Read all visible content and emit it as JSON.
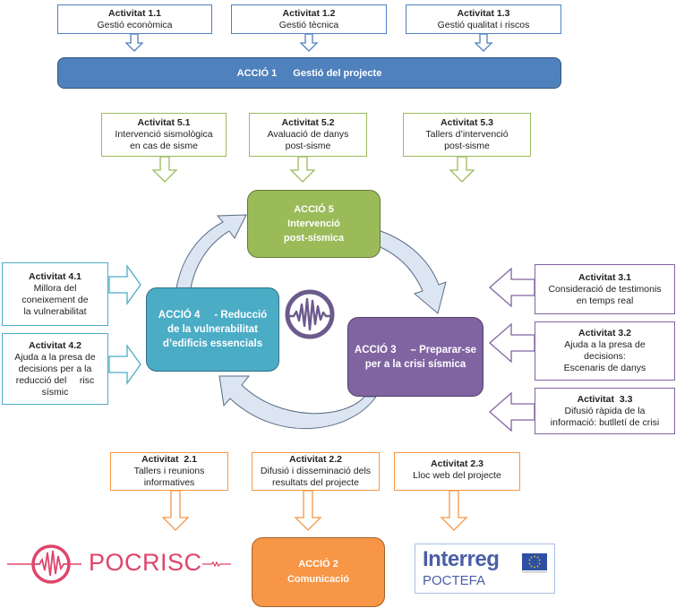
{
  "colors": {
    "accio1": "#4f81bd",
    "accio2": "#f79646",
    "accio3": "#8064a2",
    "accio4": "#4bacc6",
    "accio5": "#9bbb59",
    "cycle_arrow_fill": "#dce6f2",
    "pocrisc": "#e0446a",
    "interreg": "#4a5fa8"
  },
  "accio1": {
    "title": "ACCIÓ 1",
    "subtitle": "Gestió del projecte",
    "activities": [
      {
        "title": "Activitat 1.1",
        "lines": [
          "Gestió econòmica"
        ]
      },
      {
        "title": "Activitat 1.2",
        "lines": [
          "Gestió tècnica"
        ]
      },
      {
        "title": "Activitat 1.3",
        "lines": [
          "Gestió qualitat i riscos"
        ]
      }
    ]
  },
  "accio5": {
    "lines": [
      "ACCIÓ 5",
      "Intervenció",
      "post-sísmica"
    ],
    "activities": [
      {
        "title": "Activitat 5.1",
        "lines": [
          "Intervenció sismològica",
          "en cas de sisme"
        ]
      },
      {
        "title": "Activitat 5.2",
        "lines": [
          "Avaluació de danys",
          "post-sisme"
        ]
      },
      {
        "title": "Activitat 5.3",
        "lines": [
          "Tallers d’intervenció",
          "post-sisme"
        ]
      }
    ]
  },
  "accio4": {
    "lines": [
      "ACCIÓ 4     - Reducció",
      "de la vulnerabilitat",
      "d’edificis essencials"
    ],
    "activities": [
      {
        "title": "Activitat 4.1",
        "lines": [
          "Millora del",
          "coneixement de",
          "la vulnerabilitat"
        ]
      },
      {
        "title": "Activitat 4.2",
        "lines": [
          "Ajuda a la presa de",
          "decisions per a la",
          "reducció del     risc",
          "sísmic"
        ]
      }
    ]
  },
  "accio3": {
    "lines": [
      "ACCIÓ 3     – Preparar-se",
      "per a la crisi sísmica"
    ],
    "activities": [
      {
        "title": "Activitat 3.1",
        "lines": [
          "Consideració de testimonis",
          "en temps real"
        ]
      },
      {
        "title": "Activitat 3.2",
        "lines": [
          "Ajuda a la presa de",
          "decisions:",
          "Escenaris de danys"
        ]
      },
      {
        "title": "Activitat  3.3",
        "lines": [
          "Difusió ràpida de la",
          "informació: butlletí de crisi"
        ]
      }
    ]
  },
  "accio2": {
    "lines": [
      "ACCIÓ 2",
      "Comunicació"
    ],
    "activities": [
      {
        "title": "Activitat  2.1",
        "lines": [
          "Tallers i reunions",
          "informatives"
        ]
      },
      {
        "title": "Activitat 2.2",
        "lines": [
          "Difusió i disseminació dels",
          "resultats del projecte"
        ]
      },
      {
        "title": "Activitat 2.3",
        "lines": [
          "Lloc web del projecte"
        ]
      }
    ]
  },
  "logos": {
    "pocrisc": "POCRISC",
    "interreg": "Interreg",
    "poctefa": "POCTEFA"
  },
  "icons": {
    "center": "seismograph-icon",
    "eu_flag": "eu-flag-icon"
  }
}
